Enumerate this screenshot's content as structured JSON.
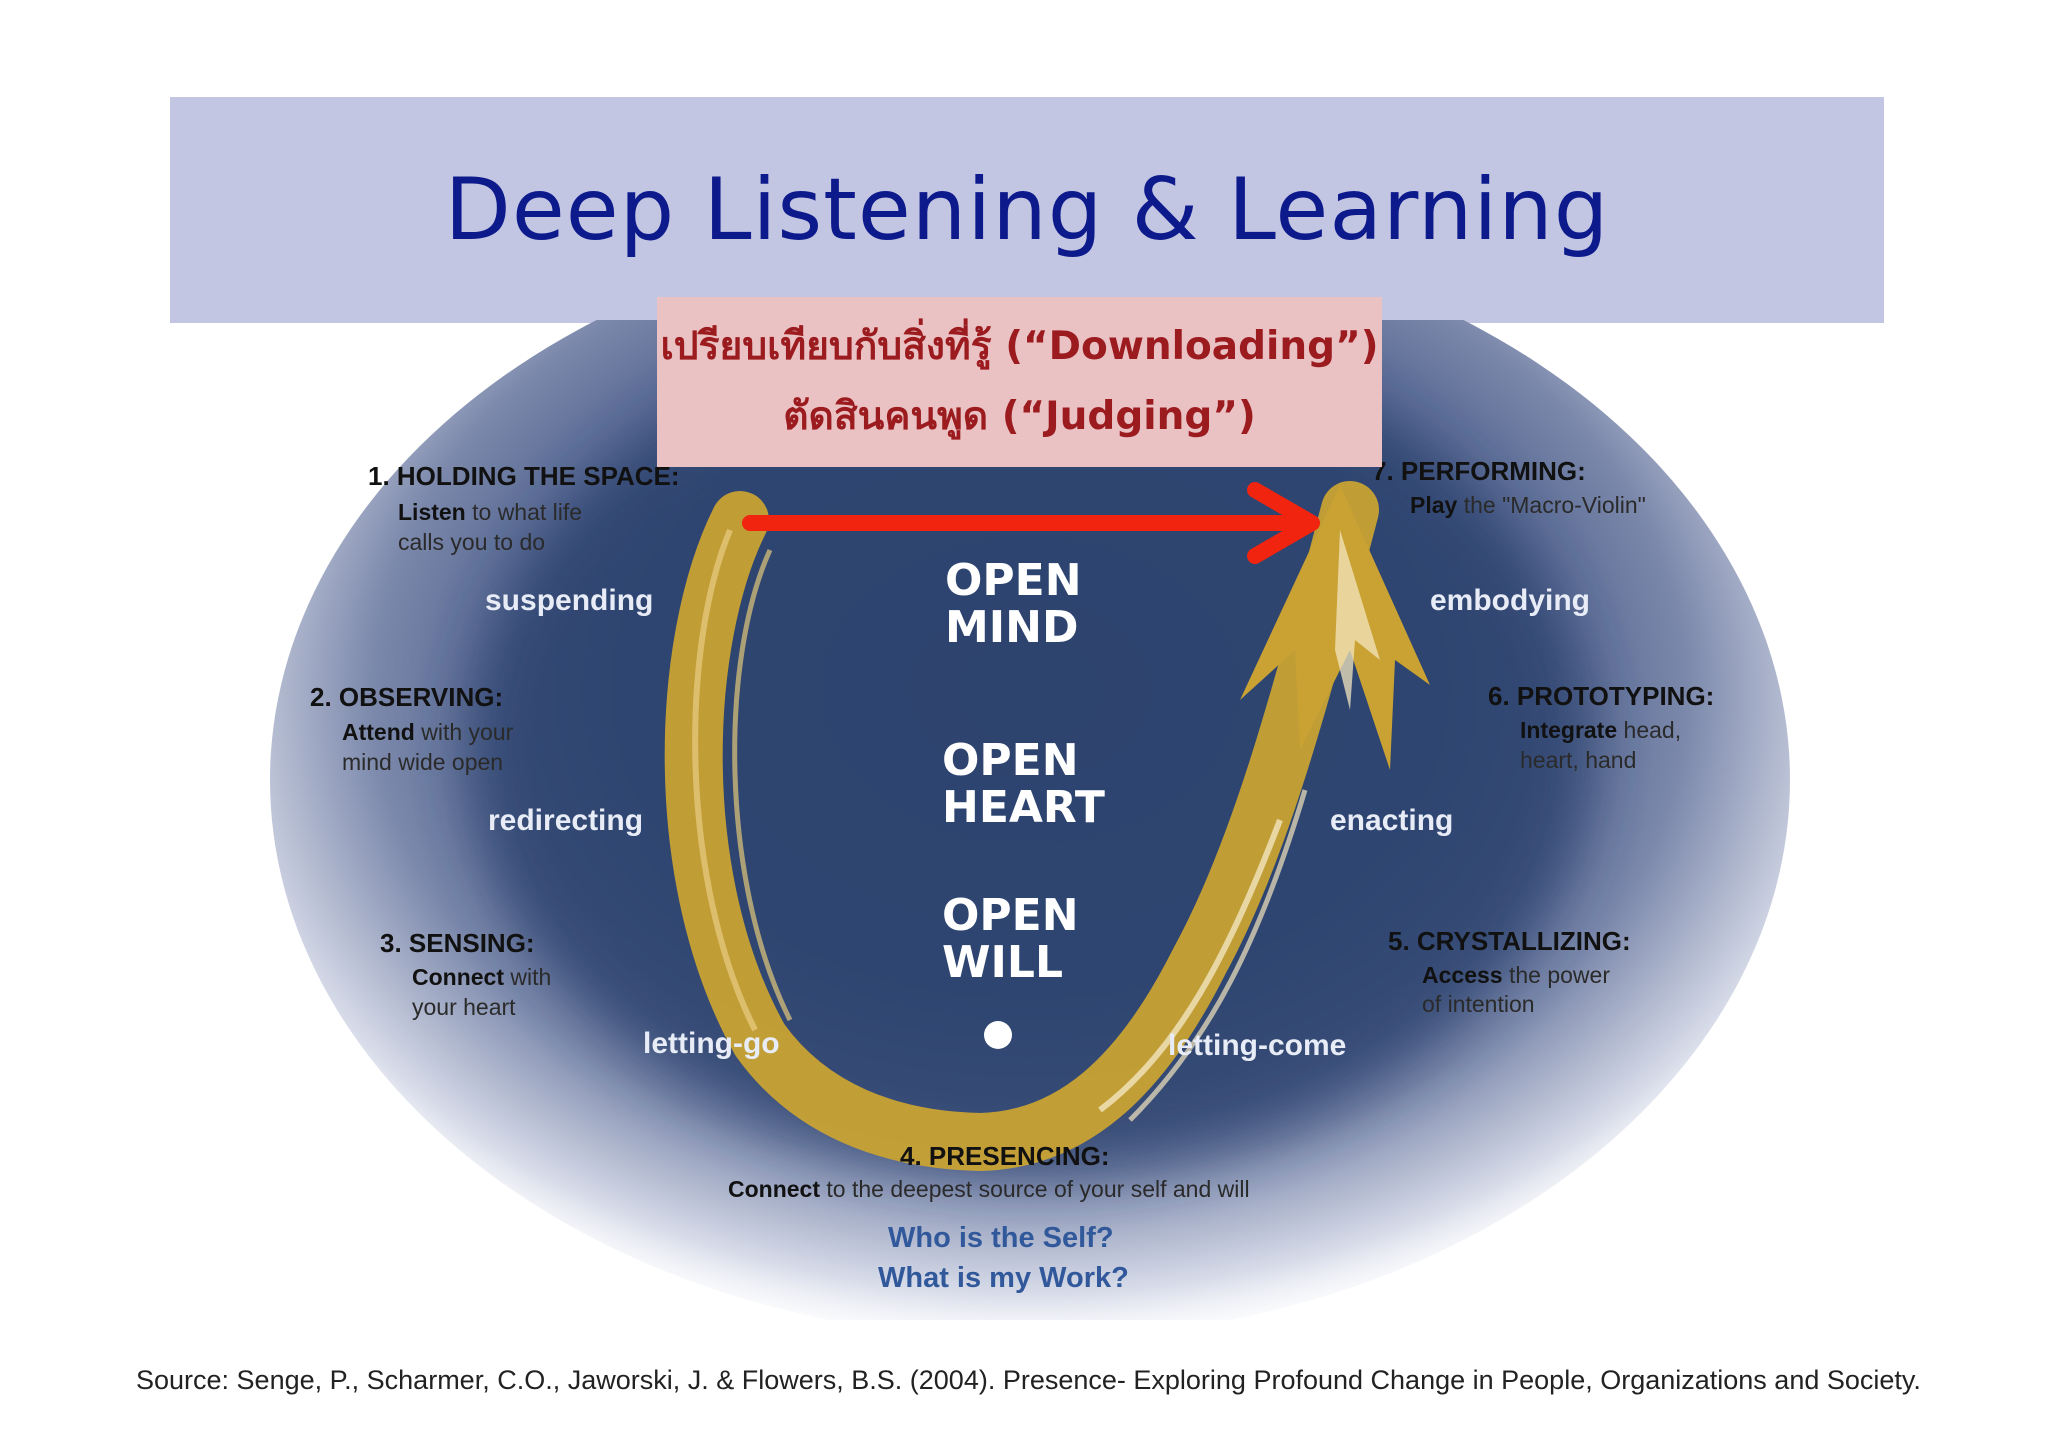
{
  "title": "Deep Listening & Learning",
  "callout": {
    "line1": "เปรียบเทียบกับสิ่งที่รู้ (“Downloading”)",
    "line2": "ตัดสินคนพูด (“Judging”)"
  },
  "stages": {
    "s1": {
      "title": "1. HOLDING THE SPACE:",
      "desc_em": "Listen",
      "desc_rest": " to what life",
      "desc_line2": "calls you to do"
    },
    "s2": {
      "title": "2. OBSERVING:",
      "desc_em": "Attend",
      "desc_rest": " with your",
      "desc_line2": "mind wide open"
    },
    "s3": {
      "title": "3. SENSING:",
      "desc_em": "Connect",
      "desc_rest": " with",
      "desc_line2": "your heart"
    },
    "s4": {
      "title": "4. PRESENCING:",
      "desc_em": "Connect",
      "desc_rest": " to the deepest source of your self and will"
    },
    "s5": {
      "title": "5. CRYSTALLIZING:",
      "desc_em": "Access",
      "desc_rest": " the power",
      "desc_line2": "of intention"
    },
    "s6": {
      "title": "6. PROTOTYPING:",
      "desc_em": "Integrate",
      "desc_rest": " head,",
      "desc_line2": "heart, hand"
    },
    "s7": {
      "title": "7. PERFORMING:",
      "desc_em": "Play",
      "desc_rest": " the \"Macro-Violin\""
    }
  },
  "motions": {
    "suspending": "suspending",
    "redirecting": "redirecting",
    "letting_go": "letting-go",
    "letting_come": "letting-come",
    "enacting": "enacting",
    "embodying": "embodying"
  },
  "center_words": {
    "mind1": "OPEN",
    "mind2": "MIND",
    "heart1": "OPEN",
    "heart2": "HEART",
    "will1": "OPEN",
    "will2": "WILL"
  },
  "questions": {
    "q1": "Who is the Self?",
    "q2": "What is my Work?"
  },
  "source": "Source: Senge, P., Scharmer, C.O., Jaworski, J. & Flowers, B.S. (2004). Presence- Exploring Profound Change in People, Organizations and Society.",
  "colors": {
    "title_banner": "#c3c6e3",
    "title_text": "#0d1a8c",
    "callout_bg": "#eac2c4",
    "callout_text": "#9b1b1f",
    "u_curve": "#c9a233",
    "arrow": "#f0240f",
    "backdrop": "#2f4470"
  }
}
